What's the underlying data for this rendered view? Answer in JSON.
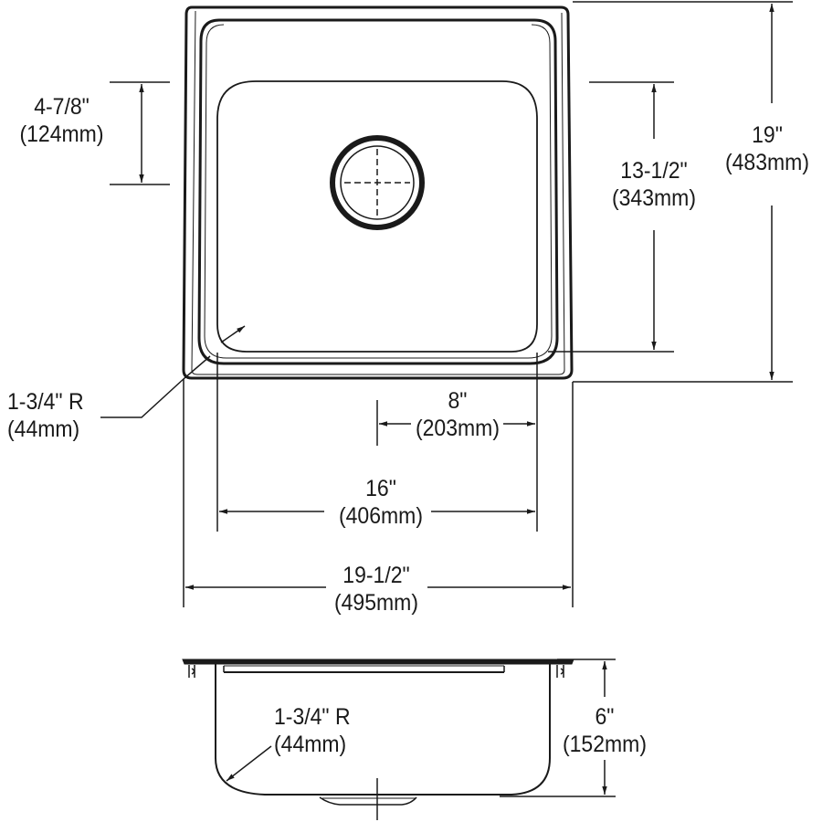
{
  "diagram": {
    "subject": "Single bowl drop-in sink dimension drawing",
    "colors": {
      "line": "#1a1a1a",
      "background": "#ffffff"
    },
    "top_view": {
      "dimensions": {
        "bowl_front_to_drain": {
          "imperial": "4-7/8\"",
          "metric": "(124mm)"
        },
        "bowl_length": {
          "imperial": "13-1/2\"",
          "metric": "(343mm)"
        },
        "overall_length": {
          "imperial": "19\"",
          "metric": "(483mm)"
        },
        "corner_radius": {
          "imperial": "1-3/4\" R",
          "metric": "(44mm)"
        },
        "drain_offset": {
          "imperial": "8\"",
          "metric": "(203mm)"
        },
        "bowl_width": {
          "imperial": "16\"",
          "metric": "(406mm)"
        },
        "overall_width": {
          "imperial": "19-1/2\"",
          "metric": "(495mm)"
        }
      }
    },
    "side_view": {
      "dimensions": {
        "bottom_radius": {
          "imperial": "1-3/4\" R",
          "metric": "(44mm)"
        },
        "depth": {
          "imperial": "6\"",
          "metric": "(152mm)"
        }
      }
    }
  }
}
